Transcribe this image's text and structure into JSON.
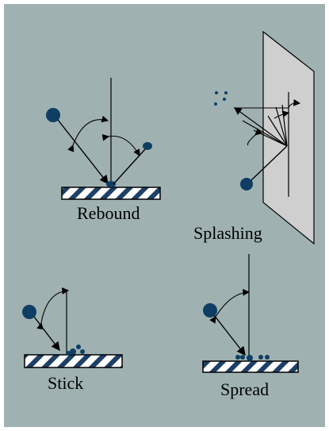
{
  "labels": {
    "rebound": "Rebound",
    "splashing": "Splashing",
    "stick": "Stick",
    "spread": "Spread"
  },
  "colors": {
    "background": "#9fb2b1",
    "border": "#ffffff",
    "droplet": "#0f3e64",
    "stroke": "#000000",
    "wall_panel": "#cfcfcf",
    "hatch_light": "#ffffff",
    "hatch_dark": "#1e3f66"
  },
  "icons": {
    "droplet": "filled-circle",
    "surface": "hatched-bar",
    "angle_arrow": "curved-double-arrow"
  }
}
